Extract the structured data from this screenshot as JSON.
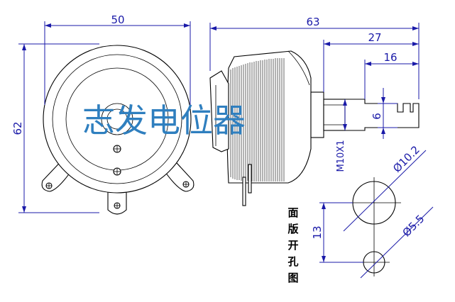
{
  "watermark": "志发电位器",
  "panel_cutout_label": [
    "面",
    "版",
    "开",
    "孔",
    "图"
  ],
  "dimensions": {
    "width_50": "50",
    "height_62": "62",
    "depth_63": "63",
    "shaft_27": "27",
    "shaft_16": "16",
    "slot_6": "6",
    "thread": "M10X1",
    "hole_dia_10_2": "Ø10.2",
    "hole_spacing_13": "13",
    "hole_dia_5_5": "Ø5.5"
  }
}
